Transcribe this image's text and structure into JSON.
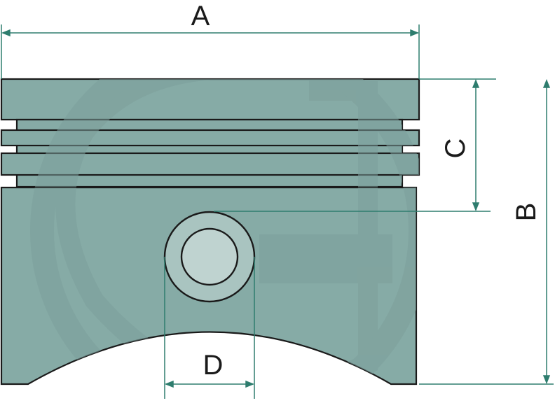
{
  "diagram": {
    "labels": {
      "a": "A",
      "b": "B",
      "c": "C",
      "d": "D"
    },
    "colors": {
      "piston_body": "#86aba6",
      "watermark": "#7d9f9b",
      "pin_boss": "#a9c4c0",
      "pin_bore": "#bfd3d0",
      "outline": "#1a1a1a",
      "dimension_line": "#2e7d6e",
      "background": "#ffffff"
    }
  }
}
